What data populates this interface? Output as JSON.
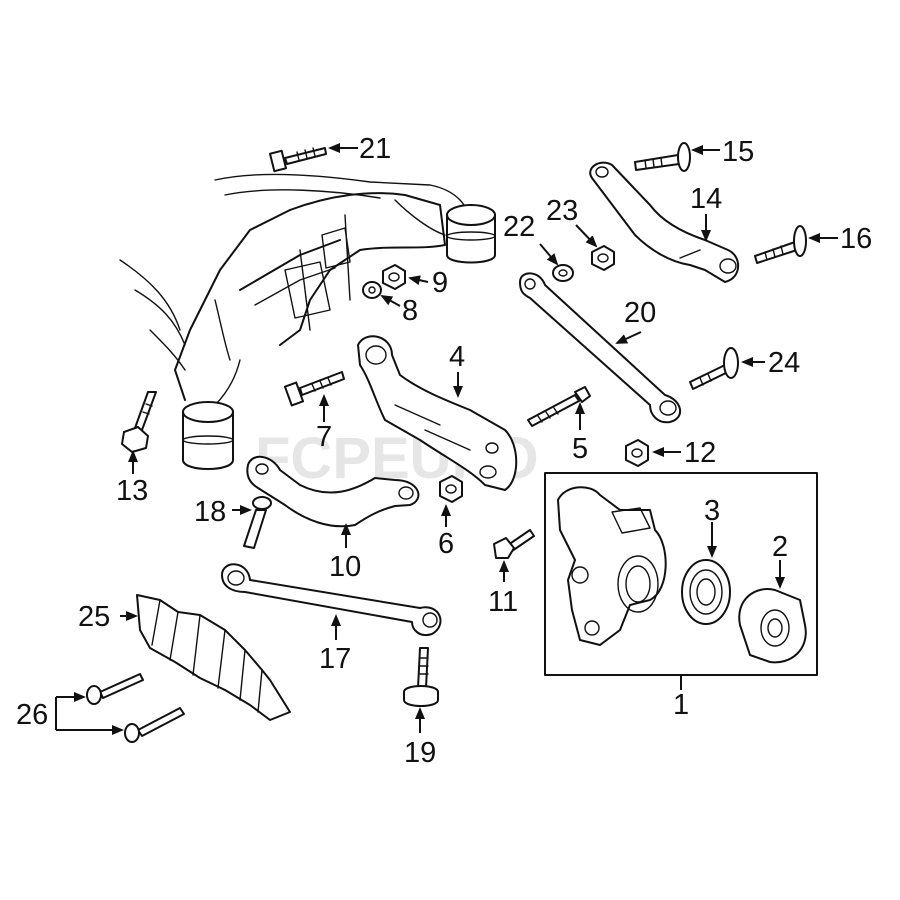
{
  "watermark": "FCPEURO",
  "callouts": [
    {
      "id": "c1",
      "label": "1"
    },
    {
      "id": "c2",
      "label": "2"
    },
    {
      "id": "c3",
      "label": "3"
    },
    {
      "id": "c4",
      "label": "4"
    },
    {
      "id": "c5",
      "label": "5"
    },
    {
      "id": "c6",
      "label": "6"
    },
    {
      "id": "c7",
      "label": "7"
    },
    {
      "id": "c8",
      "label": "8"
    },
    {
      "id": "c9",
      "label": "9"
    },
    {
      "id": "c10",
      "label": "10"
    },
    {
      "id": "c11",
      "label": "11"
    },
    {
      "id": "c12",
      "label": "12"
    },
    {
      "id": "c13",
      "label": "13"
    },
    {
      "id": "c14",
      "label": "14"
    },
    {
      "id": "c15",
      "label": "15"
    },
    {
      "id": "c16",
      "label": "16"
    },
    {
      "id": "c17",
      "label": "17"
    },
    {
      "id": "c18",
      "label": "18"
    },
    {
      "id": "c19",
      "label": "19"
    },
    {
      "id": "c20",
      "label": "20"
    },
    {
      "id": "c21",
      "label": "21"
    },
    {
      "id": "c22",
      "label": "22"
    },
    {
      "id": "c23",
      "label": "23"
    },
    {
      "id": "c24",
      "label": "24"
    },
    {
      "id": "c25",
      "label": "25"
    },
    {
      "id": "c26",
      "label": "26"
    }
  ]
}
